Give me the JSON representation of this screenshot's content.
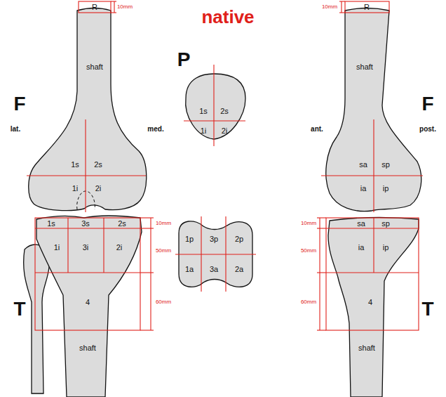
{
  "diagram": {
    "title": "native",
    "labels": [
      "F",
      "lat.",
      "med.",
      "R",
      "10mm",
      "shaft",
      "1s",
      "2s",
      "1i",
      "2i",
      "P",
      "1s",
      "2s",
      "1i",
      "2i",
      "1p",
      "3p",
      "2p",
      "1a",
      "3a",
      "2a",
      "T",
      "1s",
      "3s",
      "2s",
      "1i",
      "3i",
      "2i",
      "4",
      "shaft",
      "10mm",
      "50mm",
      "60mm",
      "F",
      "ant.",
      "post.",
      "R",
      "10mm",
      "shaft",
      "sa",
      "sp",
      "ia",
      "ip",
      "sa",
      "sp",
      "ia",
      "ip",
      "4",
      "shaft",
      "10mm",
      "50mm",
      "60mm",
      "T"
    ]
  }
}
